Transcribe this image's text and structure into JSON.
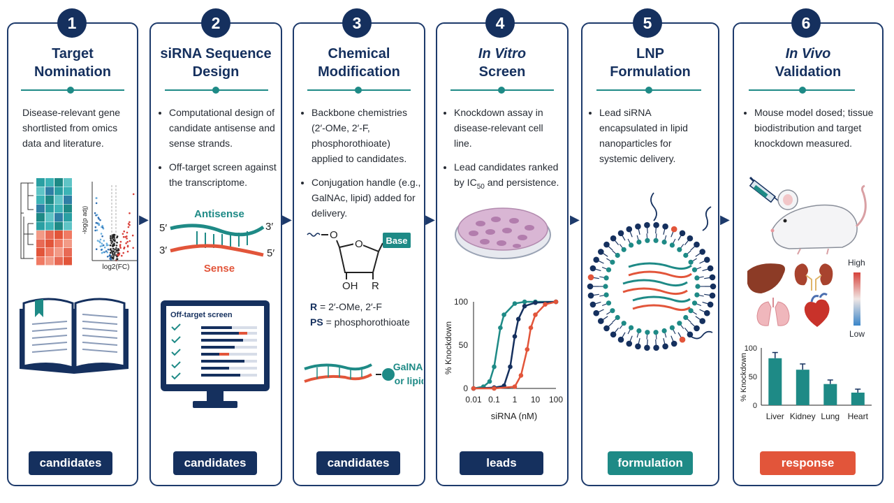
{
  "steps": [
    {
      "number": "1",
      "title": "Target Nomination",
      "desc": "Disease-relevant gene shortlisted from omics data and literature.",
      "output": "candidates"
    },
    {
      "number": "2",
      "title_lines": [
        "siRNA Sequence",
        "Design"
      ],
      "bullets": [
        "Computational design of candidate antisense and sense strands.",
        "Off-target screen against the transcriptome."
      ],
      "output": "candidates"
    },
    {
      "number": "3",
      "title_lines": [
        "Chemical",
        "Modification"
      ],
      "bullets": [
        "Backbone chemistries (2′-OMe, 2′-F, phosphorothioate) applied to candidates.",
        "Conjugation handle (e.g., GalNAc, lipid) added for delivery."
      ],
      "output": "candidates"
    },
    {
      "number": "4",
      "title_lines": [
        "In Vitro",
        "Screen"
      ],
      "bullets": [
        "Knockdown assay in disease-relevant cell line.",
        "Lead candidates ranked by IC"
      ],
      "ic_sub": "50",
      "ic_tail": " and persistence.",
      "output": "leads"
    },
    {
      "number": "5",
      "title_lines": [
        "LNP",
        "Formulation"
      ],
      "bullets": [
        "Lead siRNA encapsulated in lipid nanoparticles for systemic delivery."
      ],
      "output": "formulation"
    },
    {
      "number": "6",
      "title_lines": [
        "In Vivo",
        "Validation"
      ],
      "bullets": [
        "Mouse model dosed; tissue biodistribution and target knockdown measured."
      ],
      "output": "response"
    }
  ],
  "step1_fig": {
    "ylabel": "-log(p adj)",
    "xlabel": "log2(FC)"
  },
  "step2_fig": {
    "antisense": "Antisense",
    "sense": "Sense",
    "five": "5′",
    "three": "3′",
    "screen_title": "Off-target screen"
  },
  "step3_fig": {
    "o_top": "O",
    "o_ring": "O",
    "base": "Base",
    "oh": "OH",
    "r": "R",
    "legend_r_key": "R",
    "legend_r_val": " = 2′-OMe, 2′-F",
    "legend_ps_key": "PS",
    "legend_ps_val": " = phosphorothioate",
    "conj_1": "GalNAc",
    "conj_2": "or lipid"
  },
  "chart_step4": {
    "type": "line",
    "xlabel": "siRNA (nM)",
    "ylabel": "% Knockdown",
    "xscale": "log",
    "xticks": [
      "0.01",
      "0.1",
      "1",
      "10",
      "100"
    ],
    "yticks": [
      "0",
      "50",
      "100"
    ],
    "xlim": [
      0.01,
      100
    ],
    "ylim": [
      0,
      100
    ],
    "series": [
      {
        "color": "#1e8a86",
        "x": [
          0.01,
          0.03,
          0.06,
          0.1,
          0.2,
          0.3,
          1,
          3,
          10,
          100
        ],
        "y": [
          0,
          2,
          8,
          25,
          70,
          85,
          98,
          100,
          100,
          100
        ]
      },
      {
        "color": "#15305e",
        "x": [
          0.01,
          0.1,
          0.3,
          0.6,
          1,
          1.5,
          3,
          10,
          100
        ],
        "y": [
          0,
          1,
          3,
          25,
          60,
          80,
          95,
          99,
          100
        ]
      },
      {
        "color": "#e2553a",
        "x": [
          0.01,
          0.1,
          1,
          2,
          4,
          6,
          10,
          30,
          100
        ],
        "y": [
          0,
          0,
          2,
          15,
          45,
          70,
          85,
          97,
          100
        ]
      }
    ]
  },
  "step6_fig": {
    "high": "High",
    "low": "Low"
  },
  "chart_step6": {
    "type": "bar",
    "ylabel": "% Knockdown",
    "categories": [
      "Liver",
      "Kidney",
      "Lung",
      "Heart"
    ],
    "values": [
      82,
      62,
      37,
      22
    ],
    "errors": [
      10,
      10,
      7,
      6
    ],
    "yticks": [
      "0",
      "50",
      "100"
    ],
    "ylim": [
      0,
      100
    ],
    "color": "#1e8a86"
  },
  "colors": {
    "navy": "#15305e",
    "teal": "#1e8a86",
    "red": "#e2553a"
  }
}
